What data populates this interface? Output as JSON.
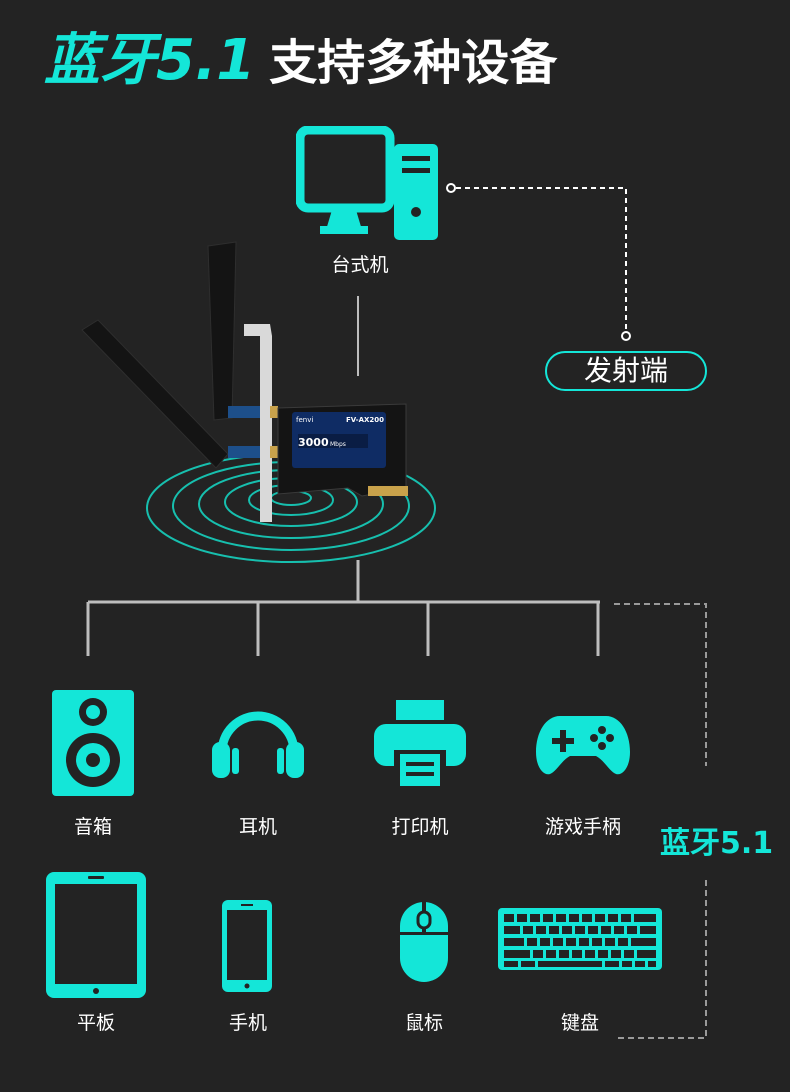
{
  "title": {
    "accent": "蓝牙5.1",
    "rest": "支持多种设备"
  },
  "desktop": {
    "label": "台式机",
    "icon": "desktop-computer-icon"
  },
  "transmitter": {
    "label": "发射端"
  },
  "card": {
    "brand": "fenvi",
    "model": "FV-AX200",
    "speed": "3000",
    "speed_unit": "Mbps"
  },
  "side_label": "蓝牙5.1",
  "accent_color": "#14e6d8",
  "devices_row1": [
    {
      "label": "音箱",
      "icon": "speaker-icon"
    },
    {
      "label": "耳机",
      "icon": "headphones-icon"
    },
    {
      "label": "打印机",
      "icon": "printer-icon"
    },
    {
      "label": "游戏手柄",
      "icon": "gamepad-icon"
    }
  ],
  "devices_row2": [
    {
      "label": "平板",
      "icon": "tablet-icon"
    },
    {
      "label": "手机",
      "icon": "phone-icon"
    },
    {
      "label": "鼠标",
      "icon": "mouse-icon"
    },
    {
      "label": "键盘",
      "icon": "keyboard-icon"
    }
  ]
}
